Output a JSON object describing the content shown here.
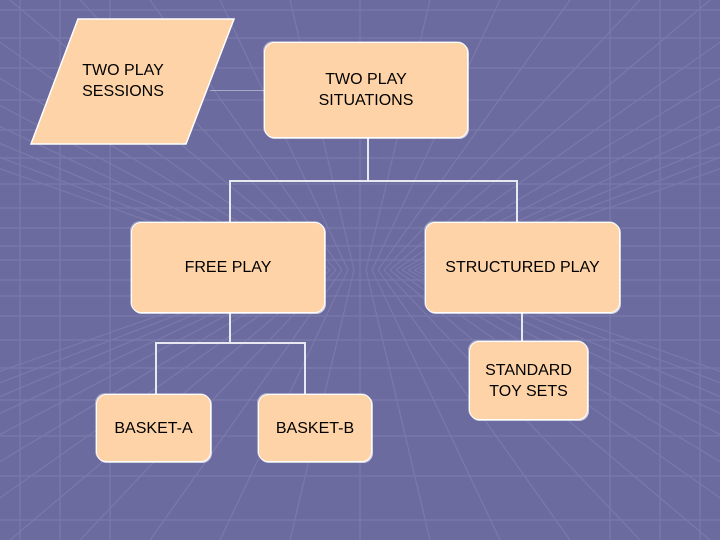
{
  "colors": {
    "background": "#6b6b9f",
    "node_fill": "#fdd3a7",
    "node_border": "#ffffff",
    "connector": "#e8e8f0"
  },
  "nodes": {
    "sessions": "TWO PLAY SESSIONS",
    "situations": "TWO PLAY SITUATIONS",
    "free_play": "FREE PLAY",
    "structured_play": "STRUCTURED PLAY",
    "basket_a": "BASKET-A",
    "basket_b": "BASKET-B",
    "standard_toy_sets": "STANDARD TOY SETS"
  }
}
